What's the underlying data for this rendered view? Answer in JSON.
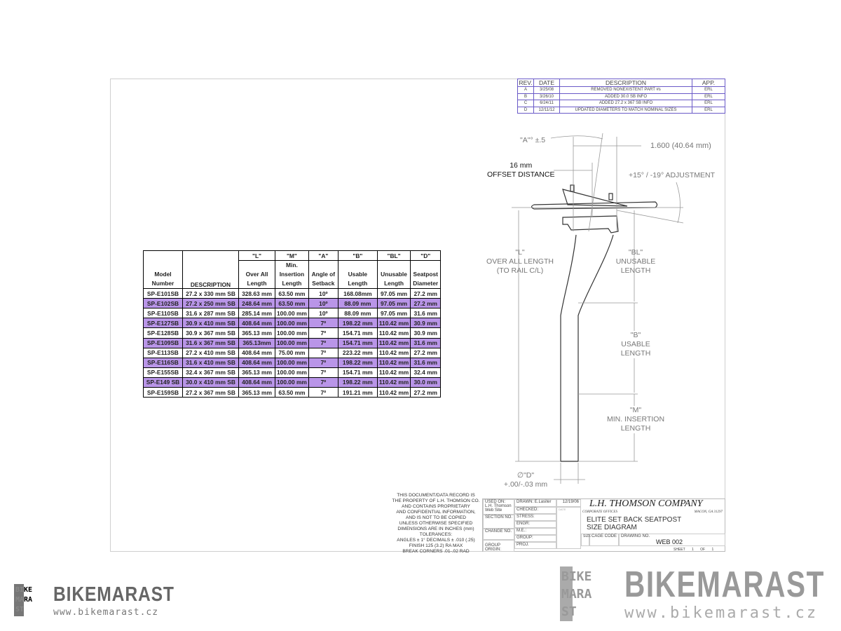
{
  "revisions": {
    "headers": [
      "REV.",
      "DATE",
      "DESCRIPTION",
      "APP."
    ],
    "rows": [
      [
        "A",
        "3/25/08",
        "REMOVED NONEXISTENT PART #s",
        "ERL"
      ],
      [
        "B",
        "3/26/10",
        "ADDED 30.0 SB INFO",
        "ERL"
      ],
      [
        "C",
        "6/24/11",
        "ADDED 27.2 x 367 SB INFO",
        "ERL"
      ],
      [
        "D",
        "12/11/12",
        "UPDATED DIAMETERS TO MATCH NOMINAL SIZES",
        "ERL"
      ]
    ]
  },
  "spec_table": {
    "letters": [
      "\"L\"",
      "\"M\"",
      "\"A\"",
      "\"B\"",
      "\"BL\"",
      "\"D\""
    ],
    "headers": [
      "Model Number",
      "DESCRIPTION",
      "Over All Length",
      "Min. Insertion Length",
      "Angle of Setback",
      "Usable Length",
      "Unusable Length",
      "Seatpost Diameter"
    ],
    "rows": [
      {
        "cells": [
          "SP-E101SB",
          "27.2 x 330 mm SB",
          "328.63 mm",
          "63.50 mm",
          "10º",
          "168.08mm",
          "97.05 mm",
          "27.2 mm"
        ],
        "highlight": false
      },
      {
        "cells": [
          "SP-E102SB",
          "27.2 x 250 mm SB",
          "248.64 mm",
          "63.50 mm",
          "10º",
          "88.09 mm",
          "97.05 mm",
          "27.2 mm"
        ],
        "highlight": true
      },
      {
        "cells": [
          "SP-E110SB",
          "31.6 x 287 mm SB",
          "285.14 mm",
          "100.00 mm",
          "10º",
          "88.09 mm",
          "97.05 mm",
          "31.6 mm"
        ],
        "highlight": false
      },
      {
        "cells": [
          "SP-E127SB",
          "30.9 x 410 mm SB",
          "408.64 mm",
          "100.00 mm",
          "7º",
          "198.22 mm",
          "110.42 mm",
          "30.9 mm"
        ],
        "highlight": true
      },
      {
        "cells": [
          "SP-E128SB",
          "30.9 x 367 mm SB",
          "365.13 mm",
          "100.00 mm",
          "7º",
          "154.71 mm",
          "110.42 mm",
          "30.9 mm"
        ],
        "highlight": false
      },
      {
        "cells": [
          "SP-E109SB",
          "31.6 x 367 mm SB",
          "365.13mm",
          "100.00 mm",
          "7º",
          "154.71 mm",
          "110.42 mm",
          "31.6 mm"
        ],
        "highlight": true
      },
      {
        "cells": [
          "SP-E113SB",
          "27.2 x 410 mm SB",
          "408.64 mm",
          "75.00 mm",
          "7º",
          "223.22 mm",
          "110.42 mm",
          "27.2 mm"
        ],
        "highlight": false
      },
      {
        "cells": [
          "SP-E116SB",
          "31.6 x 410 mm SB",
          "408.64 mm",
          "100.00 mm",
          "7º",
          "198.22 mm",
          "110.42 mm",
          "31.6 mm"
        ],
        "highlight": true
      },
      {
        "cells": [
          "SP-E155SB",
          "32.4 x 367 mm SB",
          "365.13 mm",
          "100.00 mm",
          "7º",
          "154.71 mm",
          "110.42 mm",
          "32.4 mm"
        ],
        "highlight": false
      },
      {
        "cells": [
          "SP-E149 SB",
          "30.0 x 410 mm SB",
          "408.64 mm",
          "100.00 mm",
          "7º",
          "198.22 mm",
          "110.42 mm",
          "30.0 mm"
        ],
        "highlight": true
      },
      {
        "cells": [
          "SP-E159SB",
          "27.2 x 367 mm SB",
          "365.13 mm",
          "63.50 mm",
          "7º",
          "191.21 mm",
          "110.42 mm",
          "27.2 mm"
        ],
        "highlight": false
      }
    ],
    "highlight_color": "#b995e8"
  },
  "drawing": {
    "angle_label": "\"A\"° ±.5",
    "width_label": "1.600 (40.64 mm)",
    "offset_label": [
      "16 mm",
      "OFFSET DISTANCE"
    ],
    "adjust_label": "+15° / -19° ADJUSTMENT",
    "l_label": [
      "\"L\"",
      "OVER ALL LENGTH",
      "(TO RAIL C/L)"
    ],
    "bl_label": [
      "\"BL\"",
      "UNUSABLE",
      "LENGTH"
    ],
    "b_label": [
      "\"B\"",
      "USABLE",
      "LENGTH"
    ],
    "m_label": [
      "\"M\"",
      "MIN. INSERTION",
      "LENGTH"
    ],
    "d_label": [
      "∅\"D\"",
      "+.00/-.03 mm"
    ]
  },
  "notes": [
    "THIS DOCUMENT/DATA RECORD IS",
    "THE PROPERTY OF L.H. THOMSON CO.",
    "AND CONTAINS PROPRIETARY",
    "AND CONFIDENTIAL INFORMATION,",
    "AND IS NOT TO BE COPIED",
    "UNLESS OTHERWISE SPECIFIED",
    "DIMENSIONS ARE IN INCHES (mm)",
    "TOLERANCES:",
    "ANGLES ± 1° DECIMALS ± .010 (.25)",
    "FINISH 125 (3.2) RA MAX",
    "BREAK CORNERS .01-.02 RAD"
  ],
  "title_block": {
    "used_on": "USED ON:",
    "used_on_value": "L.H. Thomson Web Site",
    "section_no": "SECTION NO.",
    "change_no": "CHANGE NO.",
    "group_origin": "GROUP ORIGIN:",
    "drawn": "DRAWN: E.Lasiter",
    "drawn_date": "12/19/06",
    "checked": "CHECKED:",
    "stress": "STRESS:",
    "engr": "ENGR:",
    "me": "M.E.:",
    "group": "GROUP:",
    "proj": "PROJ.",
    "date": "DATE",
    "company": "L.H. THOMSON COMPANY",
    "corporate": "CORPORATE OFFICES",
    "location": "MACON, GA 31297",
    "title_line1": "ELITE SET BACK SEATPOST",
    "title_line2": "SIZE DIAGRAM",
    "size": "SIZE",
    "cage_code": "CAGE CODE",
    "drawing_no_label": "DRAWING NO.",
    "drawing_no": "WEB 002",
    "sheet": "SHEET",
    "sheet_no": "1",
    "of": "OF",
    "of_no": "1"
  },
  "watermark": {
    "box": [
      "BIKE",
      "MARA",
      "ST"
    ],
    "name": "BIKEMARAST",
    "url": "www.bikemarast.cz"
  }
}
